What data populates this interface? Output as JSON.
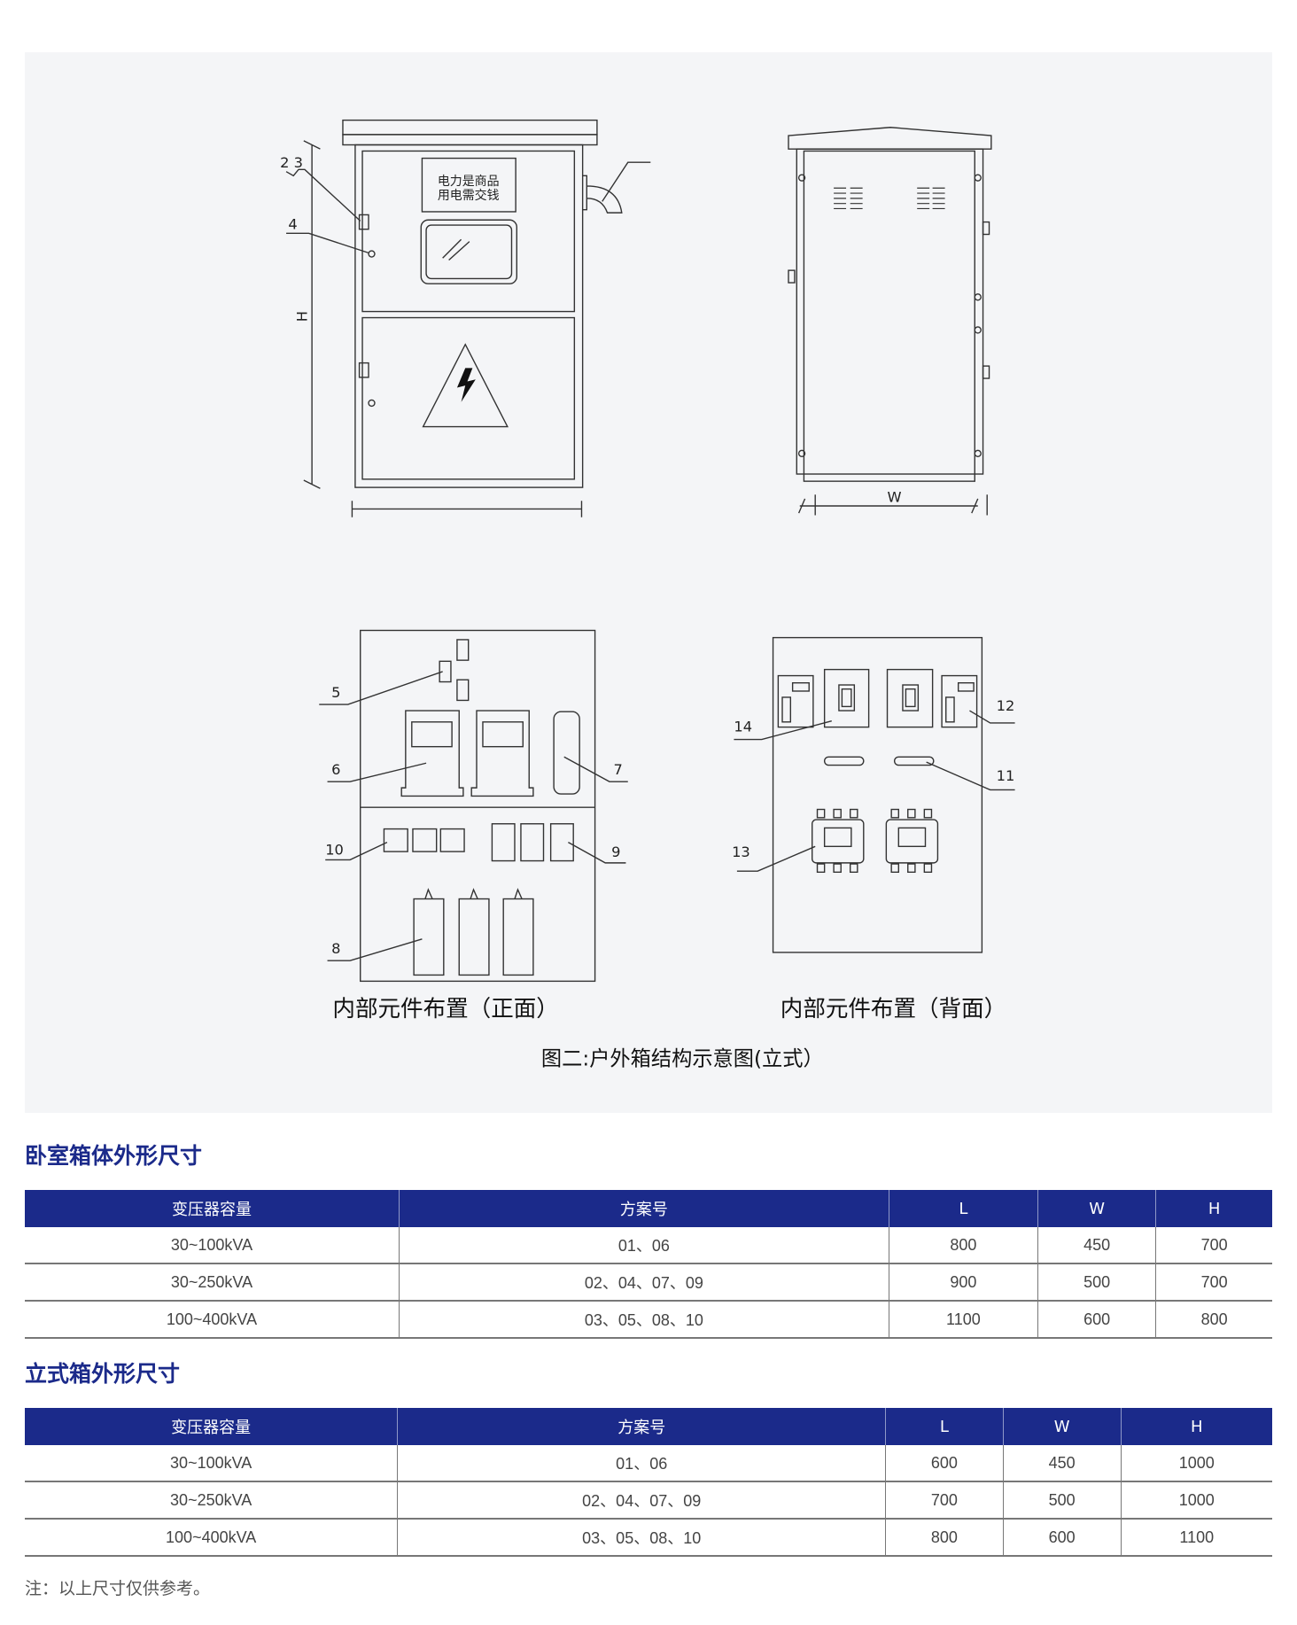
{
  "diagram": {
    "front_sign_line1": "电力是商品",
    "front_sign_line2": "用电需交钱",
    "labels": {
      "l23": "2  3",
      "l4": "4",
      "lH": "H",
      "lW": "W",
      "l5": "5",
      "l6": "6",
      "l7": "7",
      "l8": "8",
      "l9": "9",
      "l10": "10",
      "l11": "11",
      "l12": "12",
      "l13": "13",
      "l14": "14"
    },
    "caption_front": "内部元件布置（正面）",
    "caption_back": "内部元件布置（背面）",
    "figure_caption": "图二:户外箱结构示意图(立式）"
  },
  "section1": {
    "title": "卧室箱体外形尺寸",
    "headers": [
      "变压器容量",
      "方案号",
      "L",
      "W",
      "H"
    ],
    "rows": [
      [
        "30~100kVA",
        "01、06",
        "800",
        "450",
        "700"
      ],
      [
        "30~250kVA",
        "02、04、07、09",
        "900",
        "500",
        "700"
      ],
      [
        "100~400kVA",
        "03、05、08、10",
        "1100",
        "600",
        "800"
      ]
    ]
  },
  "section2": {
    "title": "立式箱外形尺寸",
    "headers": [
      "变压器容量",
      "方案号",
      "L",
      "W",
      "H"
    ],
    "rows": [
      [
        "30~100kVA",
        "01、06",
        "600",
        "450",
        "1000"
      ],
      [
        "30~250kVA",
        "02、04、07、09",
        "700",
        "500",
        "1000"
      ],
      [
        "100~400kVA",
        "03、05、08、10",
        "800",
        "600",
        "1100"
      ]
    ]
  },
  "note": "注：以上尺寸仅供参考。",
  "colors": {
    "accent": "#1b2a8a",
    "panel_bg": "#f4f5f7"
  }
}
